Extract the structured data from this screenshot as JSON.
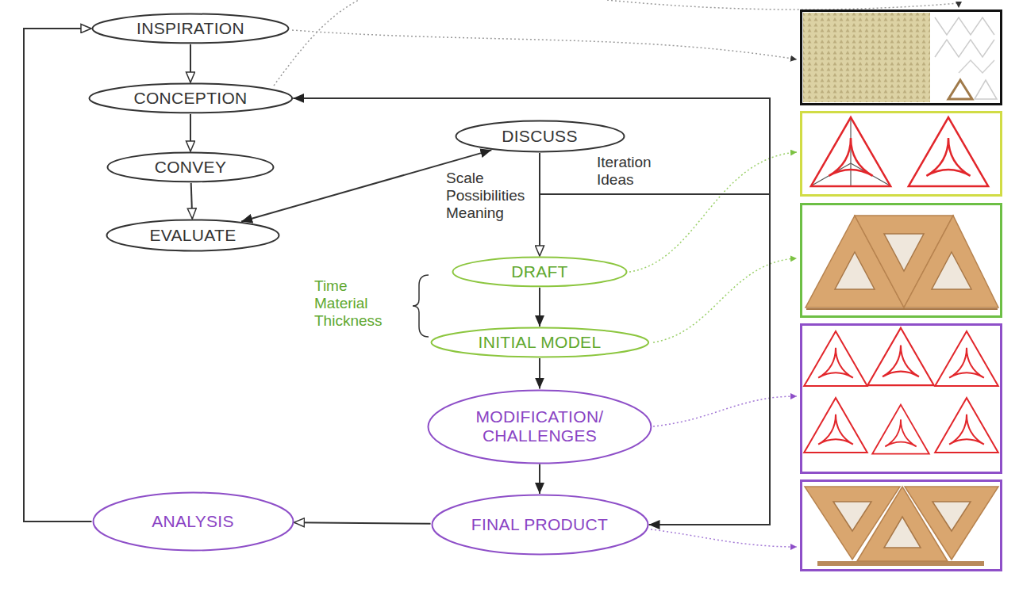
{
  "diagram": {
    "nodes": [
      {
        "text": [
          "INSPIRATION"
        ]
      },
      {
        "text": [
          "CONCEPTION"
        ]
      },
      {
        "text": [
          "CONVEY"
        ]
      },
      {
        "text": [
          "EVALUATE"
        ]
      },
      {
        "text": [
          "DISCUSS"
        ]
      },
      {
        "text": [
          "DRAFT"
        ]
      },
      {
        "text": [
          "INITIAL MODEL"
        ]
      },
      {
        "text": [
          "MODIFICATION/ CHALLENGES"
        ]
      },
      {
        "text": [
          "ANALYSIS"
        ]
      },
      {
        "text": [
          "FINAL PRODUCT"
        ]
      }
    ],
    "edges": [
      {
        "from": 0,
        "to": 1,
        "arrow": "to"
      },
      {
        "from": 1,
        "to": 2,
        "arrow": "to"
      },
      {
        "from": 2,
        "to": 3,
        "arrow": "to"
      },
      {
        "from": 3,
        "to": 4,
        "arrow": "both"
      },
      {
        "from": 4,
        "to": 5,
        "arrow": "to",
        "label": "Scale Possibilities Meaning"
      },
      {
        "from": 4,
        "to": 1,
        "arrow": "to",
        "label": "Iteration Ideas"
      },
      {
        "from": 4,
        "to": 9,
        "arrow": "to"
      },
      {
        "from": 5,
        "to": 6,
        "arrow": "to"
      },
      {
        "from": 6,
        "to": 7,
        "arrow": "to"
      },
      {
        "from": 7,
        "to": 9,
        "arrow": "to"
      },
      {
        "from": 9,
        "to": 8,
        "arrow": "to"
      },
      {
        "from": 8,
        "to": 0,
        "arrow": "to"
      }
    ],
    "labels": [
      "Time Material Thickness"
    ]
  }
}
